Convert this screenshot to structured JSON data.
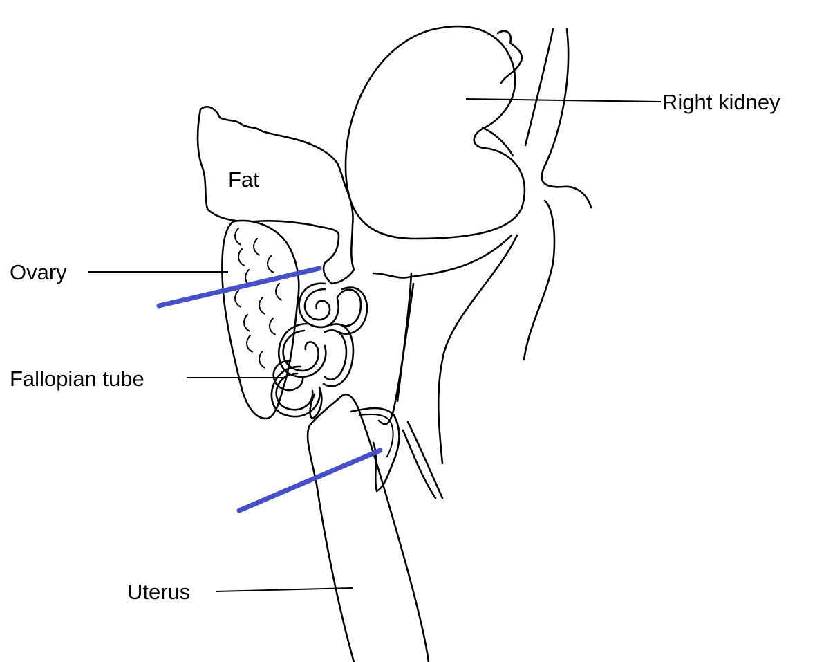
{
  "labels": {
    "right_kidney": "Right kidney",
    "fat": "Fat",
    "ovary": "Ovary",
    "fallopian_tube": "Fallopian tube",
    "uterus": "Uterus"
  },
  "colors": {
    "outline": "#000000",
    "background": "#ffffff",
    "marker": "#4650c8"
  }
}
